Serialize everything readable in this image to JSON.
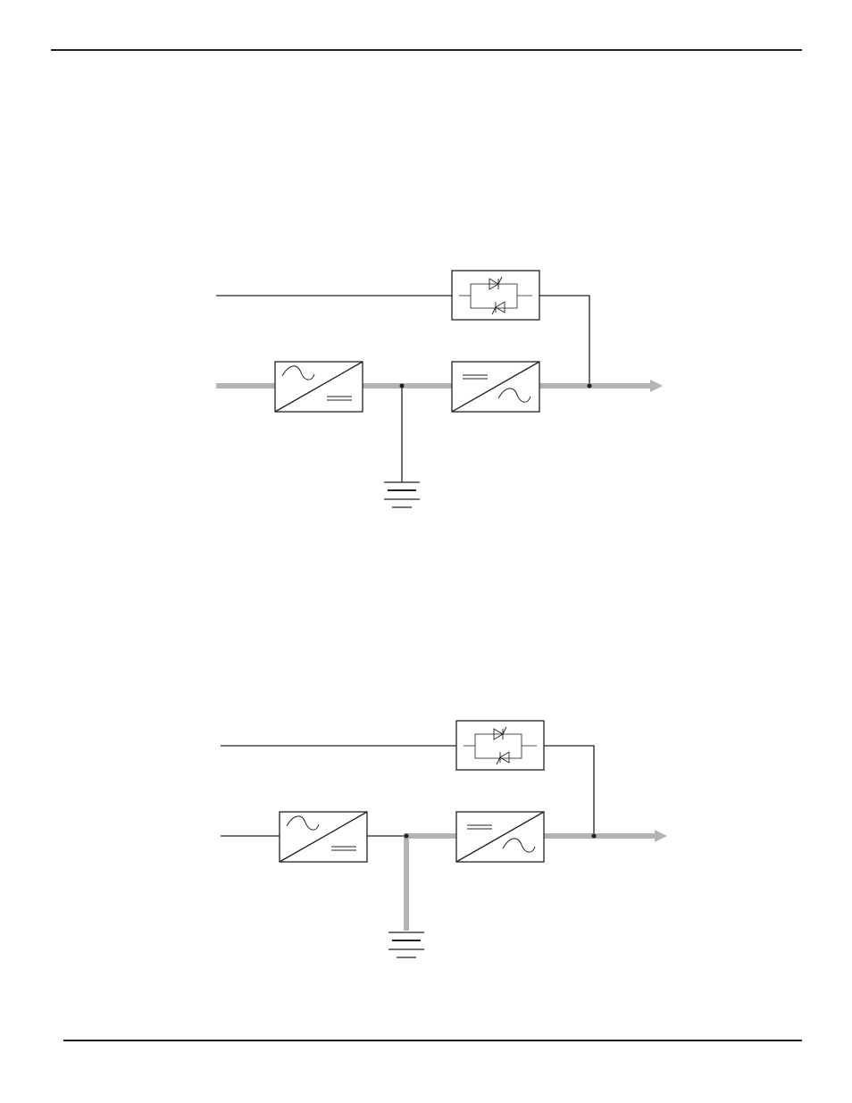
{
  "page": {
    "colors": {
      "ink": "#231f20",
      "power_flow": "#b3b3b3",
      "background": "#ffffff"
    }
  },
  "diagrams": [
    {
      "id": "normal-mode",
      "active_path": [
        "input",
        "rectifier",
        "dc-bus",
        "inverter",
        "output"
      ],
      "battery_link_active": false
    },
    {
      "id": "battery-mode",
      "active_path": [
        "battery",
        "dc-bus",
        "inverter",
        "output"
      ],
      "battery_link_active": true
    }
  ],
  "icons": {
    "rectifier": "ac-to-dc-converter-icon",
    "inverter": "dc-to-ac-converter-icon",
    "static_switch": "thyristor-static-switch-icon",
    "battery": "battery-ground-icon",
    "output_arrow": "arrow-right-icon"
  }
}
